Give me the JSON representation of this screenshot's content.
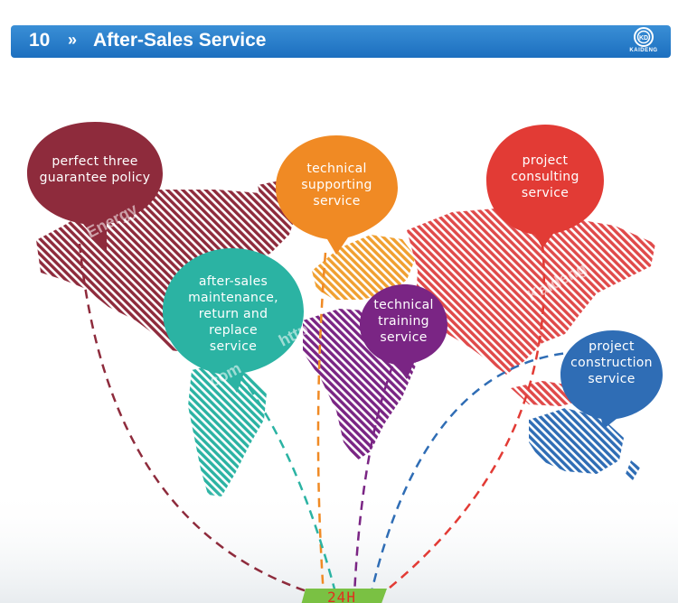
{
  "header": {
    "number": "10",
    "chevron": "»",
    "title": "After-Sales Service",
    "logo_text": "KAIDENG",
    "logo_icon": "kd-circle-logo-icon",
    "background_color": "#1c6fbf"
  },
  "bubbles": [
    {
      "id": "perfect-three",
      "lines": [
        "perfect three",
        "guarantee policy"
      ],
      "color": "#8e2b3c"
    },
    {
      "id": "technical-supporting",
      "lines": [
        "technical",
        "supporting",
        "service"
      ],
      "color": "#f08a24"
    },
    {
      "id": "project-consulting",
      "lines": [
        "project",
        "consulting",
        "service"
      ],
      "color": "#e23b35"
    },
    {
      "id": "after-sales",
      "lines": [
        "after-sales",
        "maintenance,",
        "return and",
        "replace",
        "service"
      ],
      "color": "#2bb3a3"
    },
    {
      "id": "technical-training",
      "lines": [
        "technical",
        "training",
        "service"
      ],
      "color": "#7a2584"
    },
    {
      "id": "project-construction",
      "lines": [
        "project",
        "construction",
        "service"
      ],
      "color": "#2f6db5"
    }
  ],
  "badge": {
    "label": "24H",
    "color": "#7ac143"
  },
  "watermarks": [
    "Energy",
    "http",
    "com",
    "Kaideng"
  ]
}
